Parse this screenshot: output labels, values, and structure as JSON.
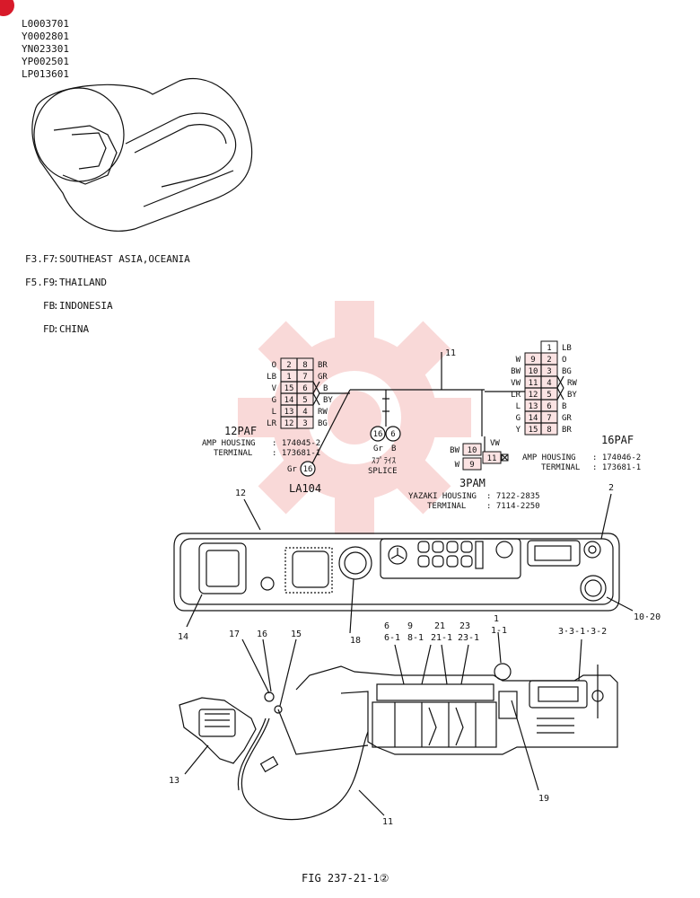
{
  "serials": [
    "L0003701",
    "Y0002801",
    "YN023301",
    "YP002501",
    "LP013601"
  ],
  "regions": [
    {
      "code": "F3.F7",
      "text": "SOUTHEAST ASIA,OCEANIA"
    },
    {
      "code": "F5.F9",
      "text": "THAILAND"
    },
    {
      "code": "FB",
      "text": "INDONESIA"
    },
    {
      "code": "FD",
      "text": "CHINA"
    }
  ],
  "conn12": {
    "name": "12PAF",
    "housing_label": "AMP HOUSING",
    "housing": ": 174045-2",
    "terminal_label": "TERMINAL",
    "terminal": ": 173681-1",
    "rows": [
      {
        "lc": "O",
        "l": "2",
        "r": "8",
        "rc": "BR"
      },
      {
        "lc": "LB",
        "l": "1",
        "r": "7",
        "rc": "GR"
      },
      {
        "lc": "V",
        "l": "15",
        "r": "6",
        "rc": "B"
      },
      {
        "lc": "G",
        "l": "14",
        "r": "5",
        "rc": "BY"
      },
      {
        "lc": "L",
        "l": "13",
        "r": "4",
        "rc": "RW"
      },
      {
        "lc": "LR",
        "l": "12",
        "r": "3",
        "rc": "BG"
      }
    ]
  },
  "conn16": {
    "name": "16PAF",
    "housing_label": "AMP HOUSING",
    "housing": ": 174046-2",
    "terminal_label": "TERMINAL",
    "terminal": ": 173681-1",
    "top": {
      "l": "",
      "r": "1",
      "rc": "LB"
    },
    "rows": [
      {
        "lc": "W",
        "l": "9",
        "r": "2",
        "rc": "O"
      },
      {
        "lc": "BW",
        "l": "10",
        "r": "3",
        "rc": "BG"
      },
      {
        "lc": "VW",
        "l": "11",
        "r": "4",
        "rc": "RW"
      },
      {
        "lc": "LR",
        "l": "12",
        "r": "5",
        "rc": "BY"
      },
      {
        "lc": "L",
        "l": "13",
        "r": "6",
        "rc": "B"
      },
      {
        "lc": "G",
        "l": "14",
        "r": "7",
        "rc": "GR"
      },
      {
        "lc": "Y",
        "l": "15",
        "r": "8",
        "rc": "BR"
      }
    ]
  },
  "conn3": {
    "name": "3PAM",
    "housing_label": "YAZAKI HOUSING",
    "housing": ": 7122-2835",
    "terminal_label": "TERMINAL",
    "terminal": ": 7114-2250",
    "pins": [
      {
        "c": "BW",
        "n": "10"
      },
      {
        "c": "W",
        "n": "9"
      },
      {
        "c": "VW",
        "n": "11"
      }
    ]
  },
  "splice": {
    "a": "16",
    "b": "6",
    "ca": "Gr",
    "cb": "B",
    "jp": "ｽﾌﾟﾗｲｽ",
    "en": "SPLICE"
  },
  "la104": {
    "color": "Gr",
    "pin": "16",
    "name": "LA104"
  },
  "callouts": {
    "c11top": "11",
    "c12": "12",
    "c2": "2",
    "c1020": "10·20",
    "c14": "14",
    "c18": "18",
    "c6": "6",
    "c61": "6-1",
    "c9": "9",
    "c81": "8-1",
    "c21": "21",
    "c211": "21-1",
    "c23": "23",
    "c231": "23-1",
    "c1": "1",
    "c11b": "1-1",
    "c3": "3·3-1·3-2",
    "c17": "17",
    "c16": "16",
    "c15": "15",
    "c13": "13",
    "c11bot": "11",
    "c19": "19"
  },
  "figure": "FIG 237-21-1②"
}
